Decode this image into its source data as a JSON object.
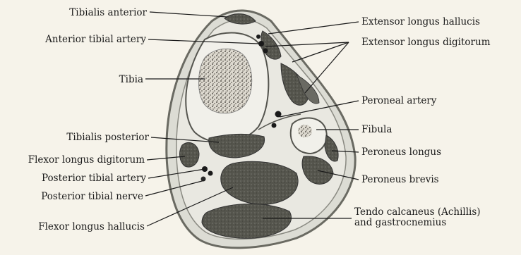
{
  "labels": {
    "tibialis_anterior": "Tibialis anterior",
    "anterior_tibial_artery": "Anterior tibial artery",
    "tibia": "Tibia",
    "tibialis_posterior": "Tibialis posterior",
    "flexor_longus_digitorum": "Flexor longus digitorum",
    "posterior_tibial_artery": "Posterior tibial artery",
    "posterior_tibial_nerve": "Posterior tibial nerve",
    "flexor_longus_hallucis": "Flexor longus hallucis",
    "extensor_longus_hallucis": "Extensor longus hallucis",
    "extensor_longus_digitorum": "Extensor longus digitorum",
    "peroneal_artery": "Peroneal artery",
    "fibula": "Fibula",
    "peroneus_longus": "Peroneus longus",
    "peroneus_brevis": "Peroneus brevis",
    "tendo_calcaneus_line1": "Tendo calcaneus (Achillis)",
    "tendo_calcaneus_line2": "and gastrocnemius"
  },
  "colors": {
    "background": "#f6f3ea",
    "ink": "#1a1a1a",
    "skin_ring": "#8d8d85",
    "muscle": "#4a4a44",
    "bone": "#ecebe4"
  }
}
